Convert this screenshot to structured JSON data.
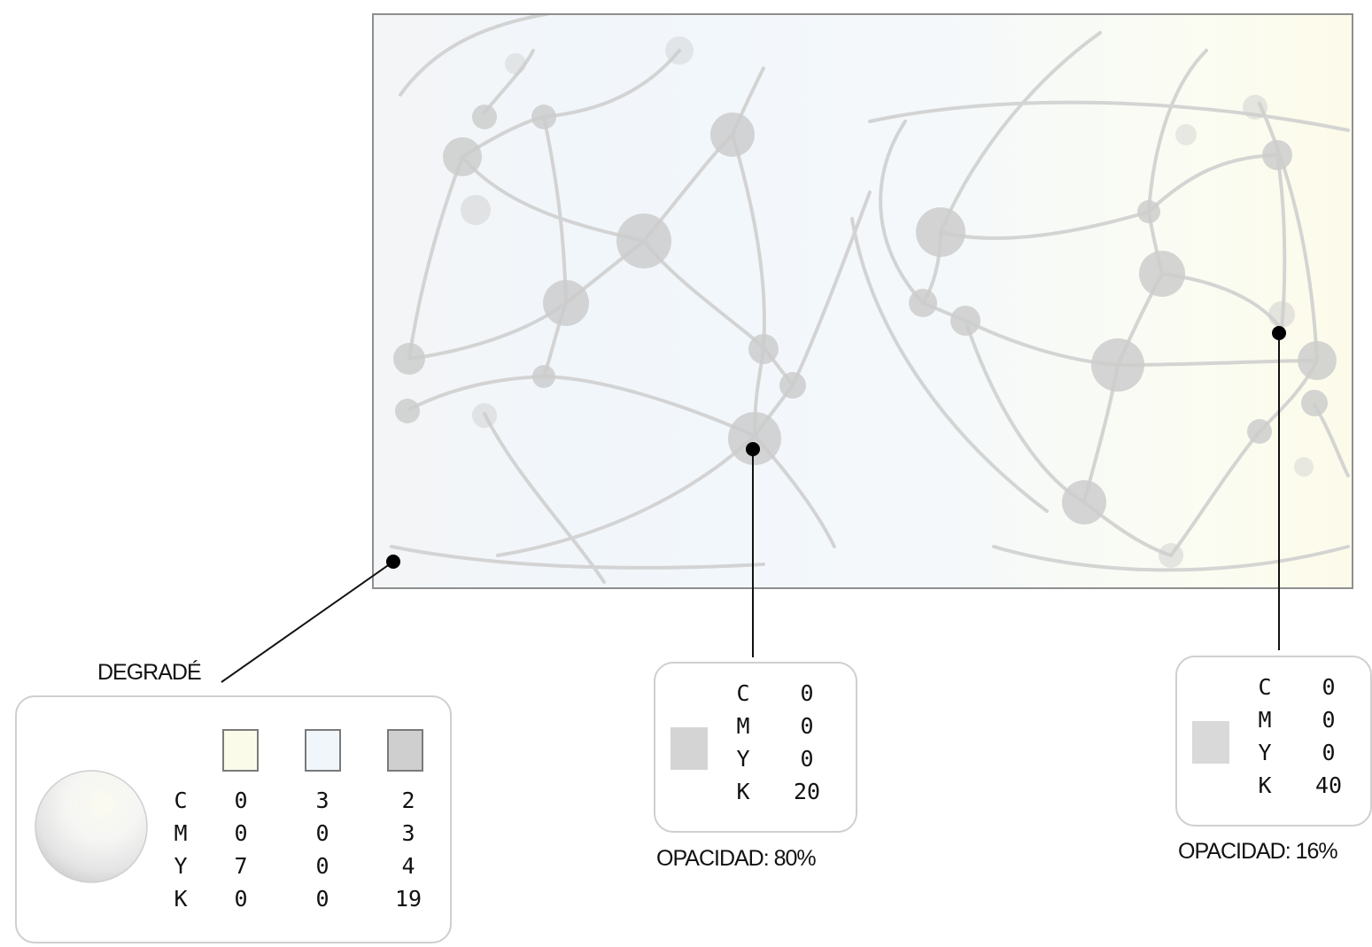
{
  "degrade": {
    "label": "DEGRADÉ",
    "row_labels": [
      "C",
      "M",
      "Y",
      "K"
    ],
    "columns": [
      {
        "color": "#fbfbea",
        "values": [
          "0",
          "0",
          "7",
          "0"
        ]
      },
      {
        "color": "#f1f6fb",
        "values": [
          "3",
          "0",
          "0",
          "0"
        ]
      },
      {
        "color": "#cfcfcf",
        "values": [
          "2",
          "3",
          "4",
          "19"
        ]
      }
    ]
  },
  "node_color": {
    "swatch_color": "#d4d4d4",
    "row_labels": [
      "C",
      "M",
      "Y",
      "K"
    ],
    "values": [
      "0",
      "0",
      "0",
      "20"
    ],
    "opacity_label": "OPACIDAD: 80%"
  },
  "line_color": {
    "swatch_color": "#d9d9d9",
    "row_labels": [
      "C",
      "M",
      "Y",
      "K"
    ],
    "values": [
      "0",
      "0",
      "0",
      "40"
    ],
    "opacity_label": "OPACIDAD: 16%"
  }
}
